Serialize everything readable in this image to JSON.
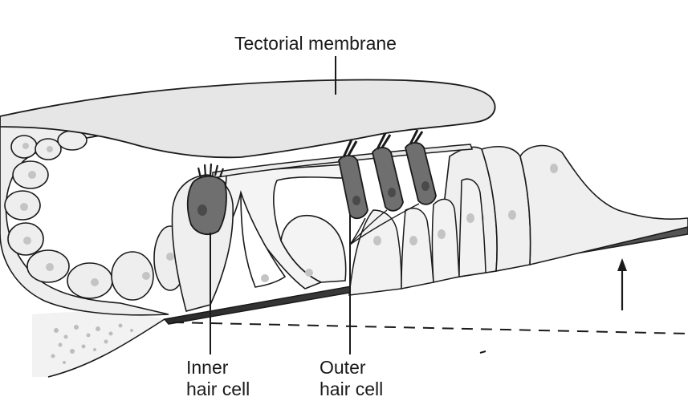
{
  "labels": {
    "tectorial_membrane": "Tectorial membrane",
    "inner_hair_cell": {
      "line1": "Inner",
      "line2": "hair cell"
    },
    "outer_hair_cell": {
      "line1": "Outer",
      "line2": "hair cell"
    }
  },
  "colors": {
    "outline": "#1a1a1a",
    "cell_fill": "#eeeeee",
    "membrane_fill": "#e6e6e6",
    "hair_cell_fill": "#6f6f6f",
    "nucleus": "#b8b8b8",
    "basilar_membrane": "#444444"
  }
}
